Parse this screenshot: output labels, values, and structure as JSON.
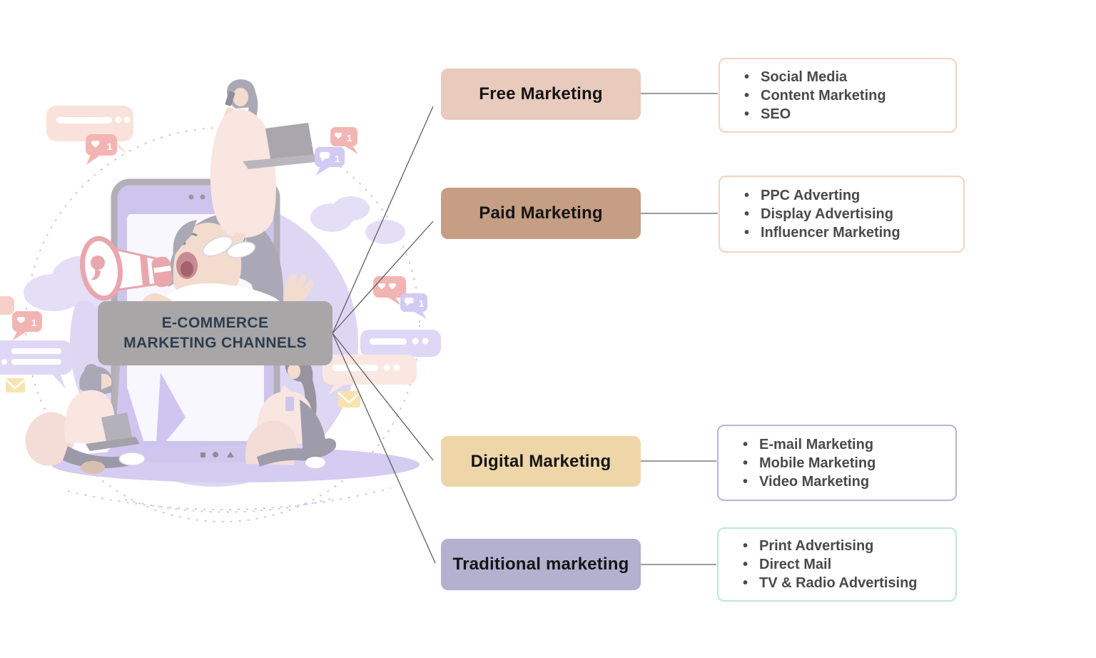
{
  "center_node": {
    "line1": "E-COMMERCE",
    "line2": "MARKETING CHANNELS"
  },
  "branches": [
    {
      "label": "Free Marketing",
      "fill": "#e8cbbc",
      "list_border": "#f3d3c3",
      "items": [
        "Social Media",
        "Content Marketing",
        "SEO"
      ]
    },
    {
      "label": "Paid Marketing",
      "fill": "#c59e84",
      "list_border": "#f3d3c3",
      "items": [
        "PPC Adverting",
        "Display Advertising",
        "Influencer Marketing"
      ]
    },
    {
      "label": "Digital Marketing",
      "fill": "#eed6a8",
      "list_border": "#b8b5db",
      "items": [
        "E-mail Marketing",
        "Mobile Marketing",
        "Video Marketing"
      ]
    },
    {
      "label": "Traditional marketing",
      "fill": "#b3b0d0",
      "list_border": "#bce8d5",
      "items": [
        "Print Advertising",
        "Direct Mail",
        "TV & Radio Advertising"
      ]
    }
  ],
  "colors": {
    "background": "#ffffff",
    "center_fill": "#a8a6a7",
    "center_text": "#2d3e50",
    "connector_line": "#606060",
    "branch_label_text": "#151515",
    "list_item_text": "#4a4a4a",
    "list_box_background": "#ffffff"
  },
  "illustration": {
    "badge_count": "1"
  }
}
